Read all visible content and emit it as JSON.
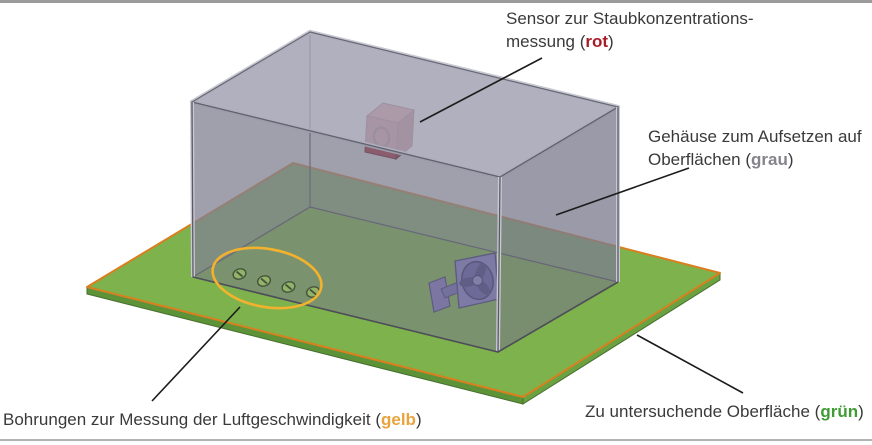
{
  "figure": {
    "type": "technical-3d-illustration",
    "description_language": "de",
    "labels": {
      "sensor": {
        "line1": "Sensor zur Staubkonzentrations-",
        "line2_pre": "messung (",
        "word": "rot",
        "line2_post": ")"
      },
      "housing": {
        "line1": "Gehäuse zum Aufsetzen auf",
        "line2_pre": "Oberflächen (",
        "word": "grau",
        "line2_post": ")"
      },
      "holes": {
        "pre": "Bohrungen zur Messung der Luftgeschwindigkeit (",
        "word": "gelb",
        "post": ")"
      },
      "surface": {
        "pre": "Zu untersuchende Oberfläche (",
        "word": "grün",
        "post": ")"
      }
    },
    "colors": {
      "label_text": "#3a3a3a",
      "label_rot": "#a81c28",
      "label_grau": "#84848c",
      "label_gelb": "#e8a33d",
      "label_gruen": "#3f9c35",
      "housing_gray": "#a9a9b6",
      "surface_green": "#7eb24c",
      "plate_edge_orange": "#d97f1f",
      "holes_highlight_yellow": "#f2b22e",
      "sensor_red": "#a23b49",
      "fan_purple": "#7e77bf"
    },
    "scene_parts": [
      "dust-concentration-sensor (red box on inner back wall)",
      "transparent gray housing box",
      "four drill holes in lower front wall circled in yellow",
      "green surface plate under housing",
      "purple fan unit on the surface inside housing"
    ]
  }
}
